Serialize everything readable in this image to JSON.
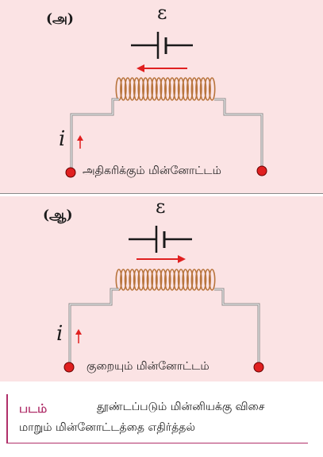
{
  "panels": [
    {
      "label": "(அ)",
      "emf_symbol": "ε",
      "current_symbol": "i",
      "state_text": "அதிகரிக்கும் மின்னோட்டம்",
      "induced_arrow": "left"
    },
    {
      "label": "(ஆ)",
      "emf_symbol": "ε",
      "current_symbol": "i",
      "state_text": "குறையும் மின்னோட்டம்",
      "induced_arrow": "right"
    }
  ],
  "caption": {
    "title": "படம்",
    "line1": "தூண்டப்படும் மின்னியக்கு விசை",
    "line2": "மாறும் மின்னோட்டத்தை எதிர்த்தல்"
  },
  "colors": {
    "panel_bg": "#fbe3e4",
    "arrow": "#e02020",
    "terminal": "#e02020",
    "coil": "#b8743c",
    "accent": "#b0306a"
  }
}
